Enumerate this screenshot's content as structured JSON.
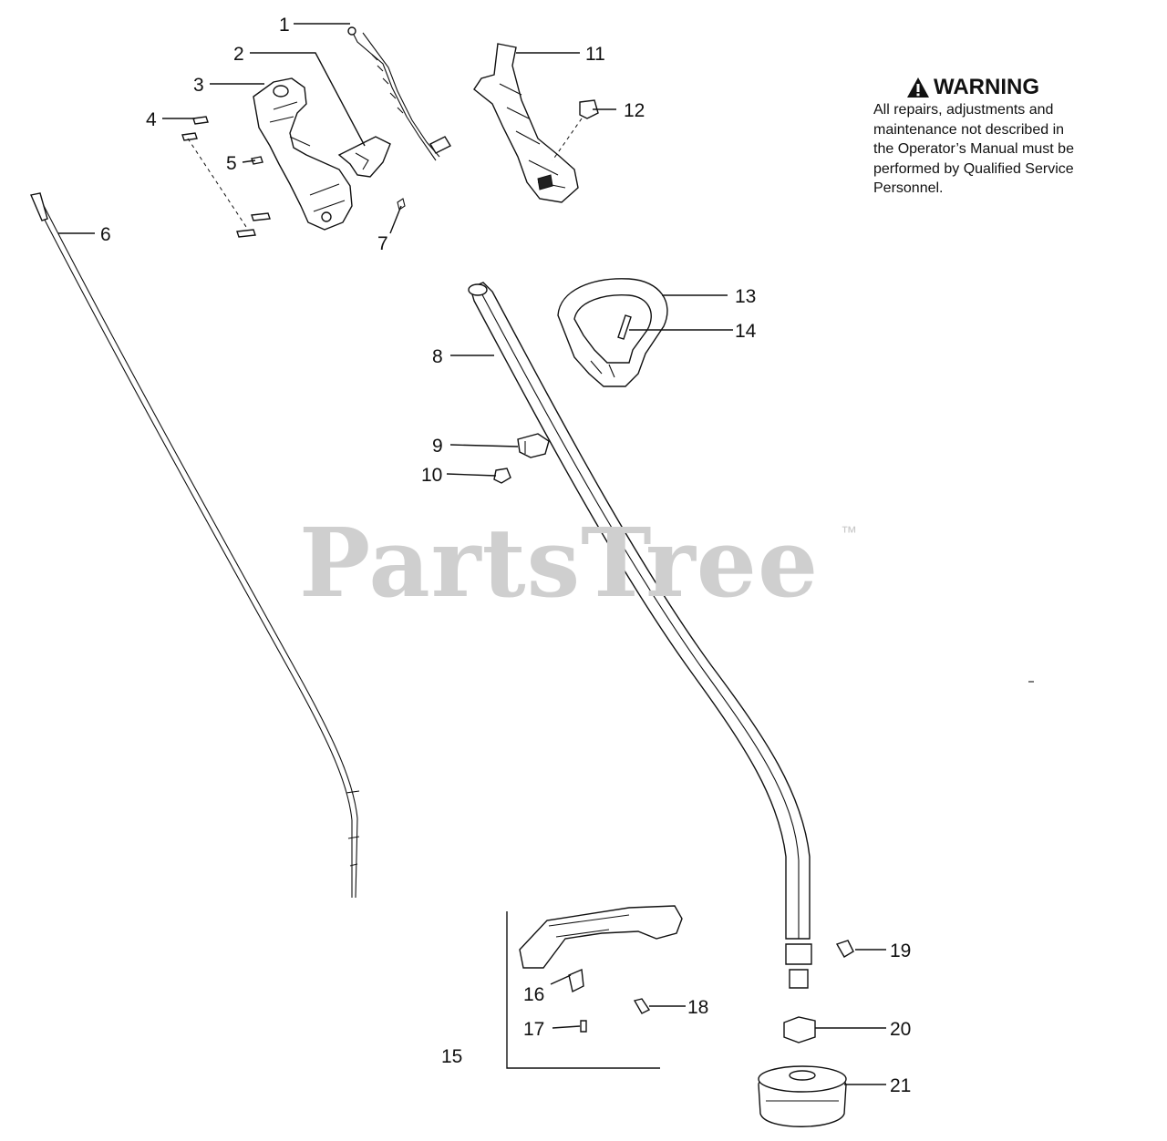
{
  "watermark": {
    "brand": "PartsTree",
    "trademark": "™"
  },
  "warning": {
    "title": "WARNING",
    "lines": [
      "All repairs, adjustments and",
      "maintenance not described in",
      "the Operator’s Manual must be",
      "performed by Qualified Service",
      "Personnel."
    ]
  },
  "callouts": [
    "1",
    "2",
    "3",
    "4",
    "5",
    "6",
    "7",
    "8",
    "9",
    "10",
    "11",
    "12",
    "13",
    "14",
    "15",
    "16",
    "17",
    "18",
    "19",
    "20",
    "21"
  ],
  "colors": {
    "line": "#111111",
    "watermark": "#cfcfcf",
    "background": "#ffffff"
  }
}
